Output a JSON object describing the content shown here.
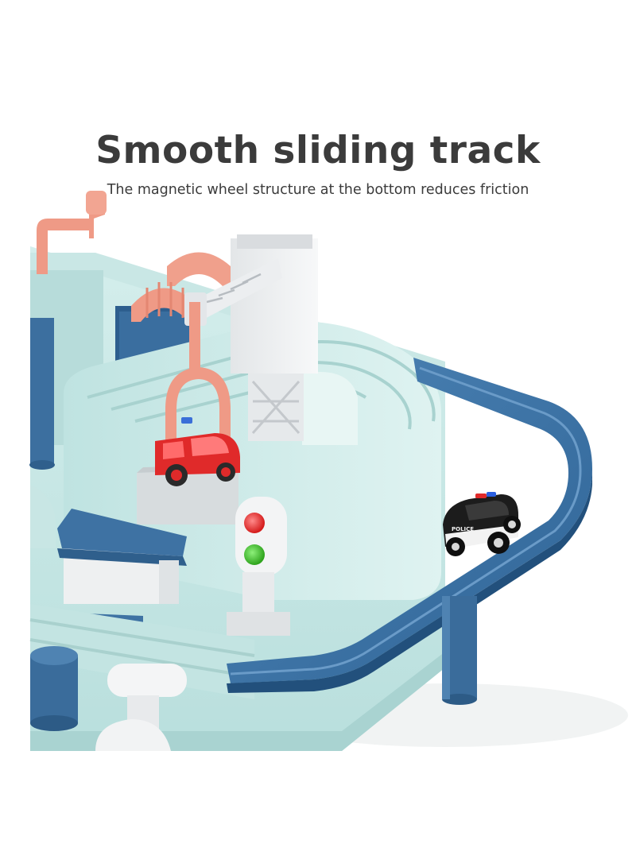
{
  "headline": "Smooth sliding track",
  "subline": "The magnetic wheel structure at the bottom reduces friction",
  "police_car_label": "POLICE",
  "colors": {
    "text": "#3b3b3b",
    "track_mint": "#cfe9e8",
    "track_blue": "#3f74a6",
    "pipe_salmon": "#ef9a86",
    "fire_truck_red": "#e02a2a",
    "crane_white": "#eef0f1"
  }
}
